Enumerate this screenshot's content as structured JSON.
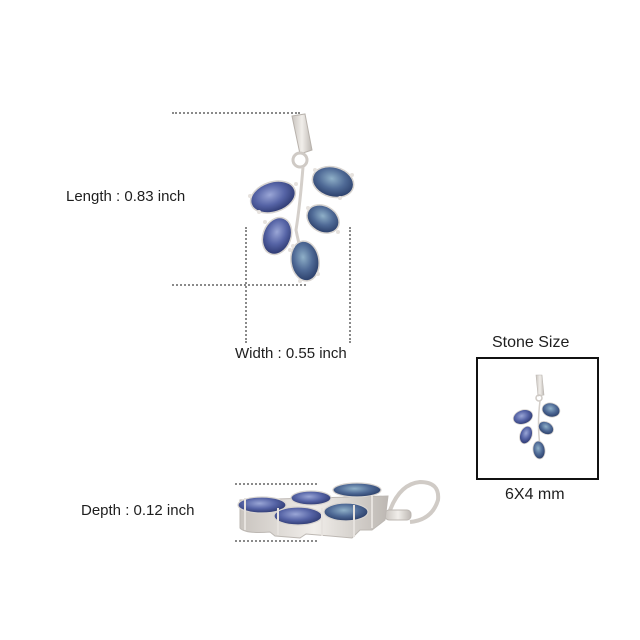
{
  "dimensions": {
    "length": "Length : 0.83 inch",
    "width": "Width : 0.55 inch",
    "depth": "Depth : 0.12 inch"
  },
  "stone_size": {
    "title": "Stone Size",
    "value": "6X4 mm"
  },
  "colors": {
    "stone_blue": "#4a5a9a",
    "metal_silver": "#d8d4d0",
    "dotted_line": "#8a8a8a",
    "text": "#1e1e1e"
  },
  "images": {
    "front_view": "pendant-front-icon",
    "side_view": "pendant-side-icon",
    "thumbnail": "pendant-thumbnail-icon"
  }
}
